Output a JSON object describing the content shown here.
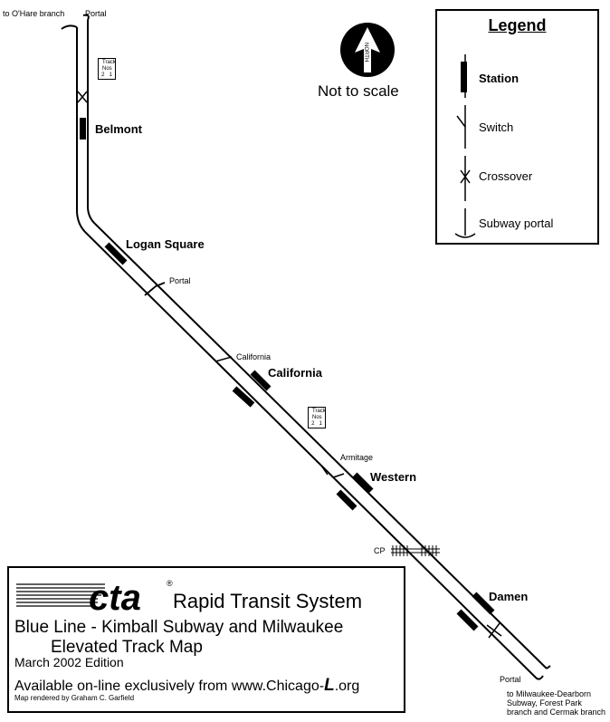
{
  "compass": {
    "letters": "NORTH",
    "scale_note": "Not to scale"
  },
  "legend": {
    "title": "Legend",
    "items": [
      {
        "label": "Station",
        "icon": "station-icon"
      },
      {
        "label": "Switch",
        "icon": "switch-icon"
      },
      {
        "label": "Crossover",
        "icon": "crossover-icon"
      },
      {
        "label": "Subway portal",
        "icon": "subway-portal-icon"
      }
    ]
  },
  "map": {
    "labels": {
      "ohare": "to O'Hare branch",
      "portal_top": "Portal",
      "portal_mid": "Portal",
      "portal_bottom": "Portal",
      "california_switch": "California",
      "armitage_switch": "Armitage",
      "cp": "CP",
      "to_milwaukee_dearborn": "to Milwaukee-Dearborn Subway, Forest Park branch and Cermak branch"
    },
    "track_nos": {
      "title": "Track Nos",
      "tracks": "2   1"
    },
    "stations": {
      "belmont": "Belmont",
      "logan_square": "Logan Square",
      "california": "California",
      "western": "Western",
      "damen": "Damen"
    }
  },
  "title_box": {
    "logo_text": "cta",
    "registered": "®",
    "system": "Rapid Transit System",
    "line1": "Blue Line - Kimball Subway and Milwaukee",
    "line2": "Elevated Track Map",
    "edition": "March 2002 Edition",
    "availability_prefix": "Available on-line exclusively from www.Chicago-",
    "availability_logo": "L",
    "availability_suffix": ".org",
    "credit": "Map rendered by Graham C. Garfield"
  }
}
